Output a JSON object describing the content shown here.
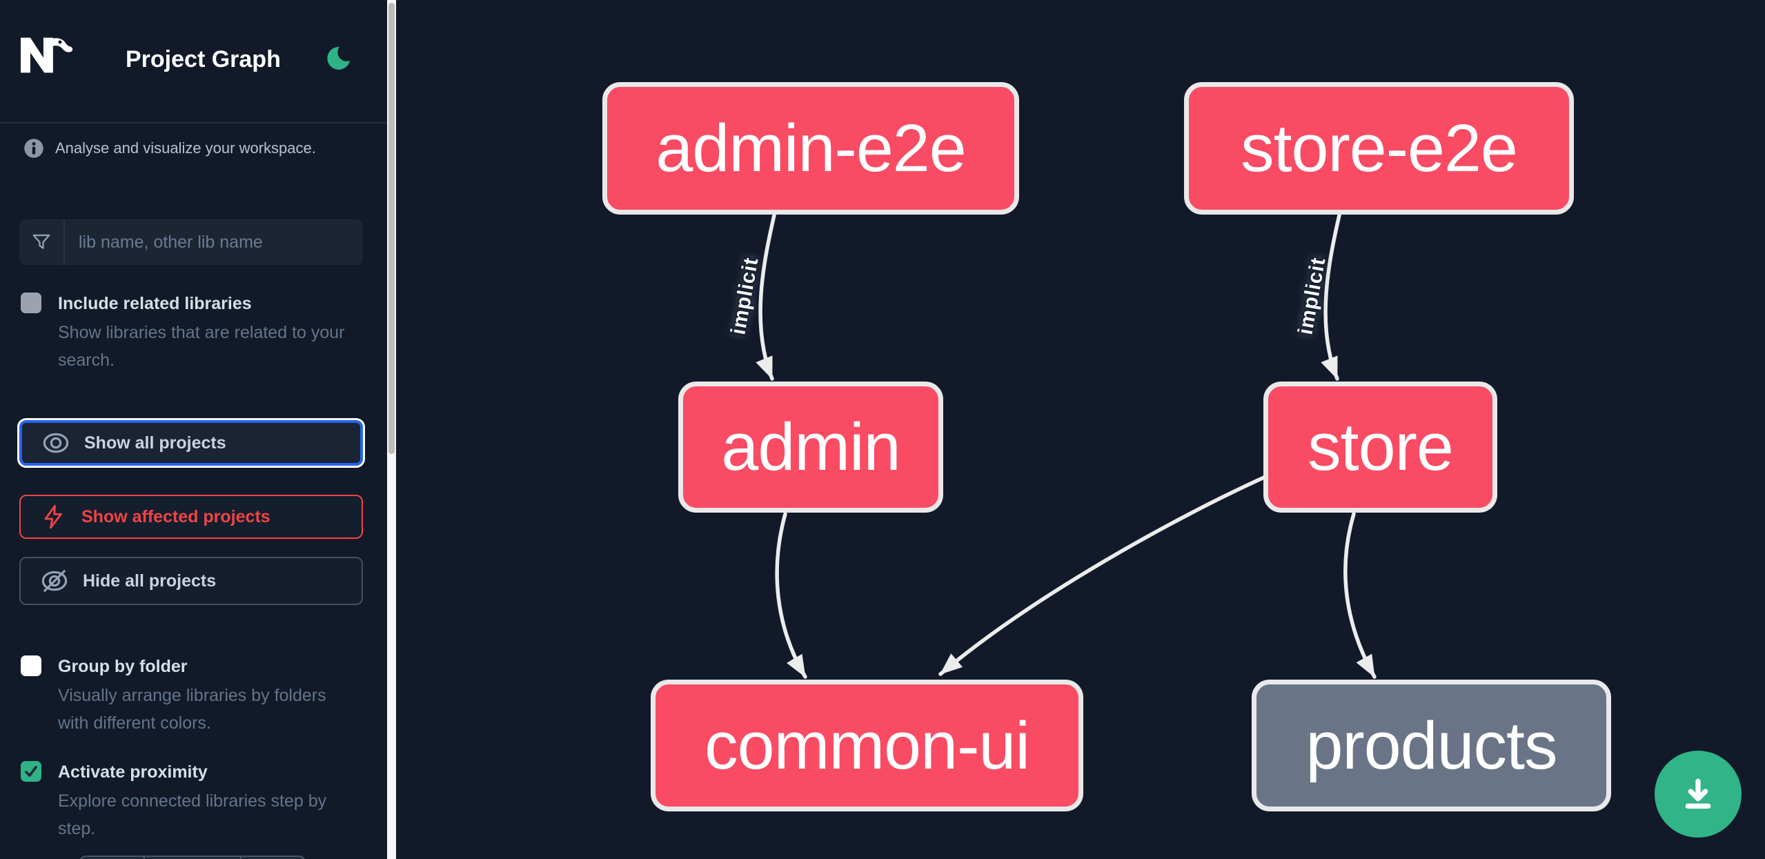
{
  "header": {
    "title": "Project Graph"
  },
  "sidebar": {
    "info_text": "Analyse and visualize your workspace.",
    "search": {
      "placeholder": "lib name, other lib name",
      "value": ""
    },
    "toggles": [
      {
        "label": "Include related libraries",
        "description": "Show libraries that are related to your search.",
        "checked": false
      },
      {
        "label": "Group by folder",
        "description": "Visually arrange libraries by folders with different colors.",
        "checked": false
      },
      {
        "label": "Activate proximity",
        "description": "Explore connected libraries step by step.",
        "checked": true
      }
    ],
    "buttons": [
      {
        "label": "Show all projects",
        "state": "focused"
      },
      {
        "label": "Show affected projects",
        "state": "affected"
      },
      {
        "label": "Hide all projects",
        "state": "default"
      }
    ]
  },
  "graph": {
    "nodes": [
      {
        "id": "admin-e2e",
        "color": "pink"
      },
      {
        "id": "store-e2e",
        "color": "pink"
      },
      {
        "id": "admin",
        "color": "pink"
      },
      {
        "id": "store",
        "color": "pink"
      },
      {
        "id": "common-ui",
        "color": "pink"
      },
      {
        "id": "products",
        "color": "gray"
      }
    ],
    "edges": [
      {
        "source": "admin-e2e",
        "target": "admin",
        "label": "implicit"
      },
      {
        "source": "store-e2e",
        "target": "store",
        "label": "implicit"
      },
      {
        "source": "admin",
        "target": "common-ui",
        "label": ""
      },
      {
        "source": "store",
        "target": "common-ui",
        "label": ""
      },
      {
        "source": "store",
        "target": "products",
        "label": ""
      }
    ]
  },
  "colors": {
    "background": "#121a29",
    "node_pink": "#f94b63",
    "node_gray": "#697587",
    "node_border": "#e9e9ea",
    "edge": "#ececec",
    "focus_blue": "#2563eb",
    "affected_red": "#ef4444",
    "accent_green": "#31b487"
  }
}
